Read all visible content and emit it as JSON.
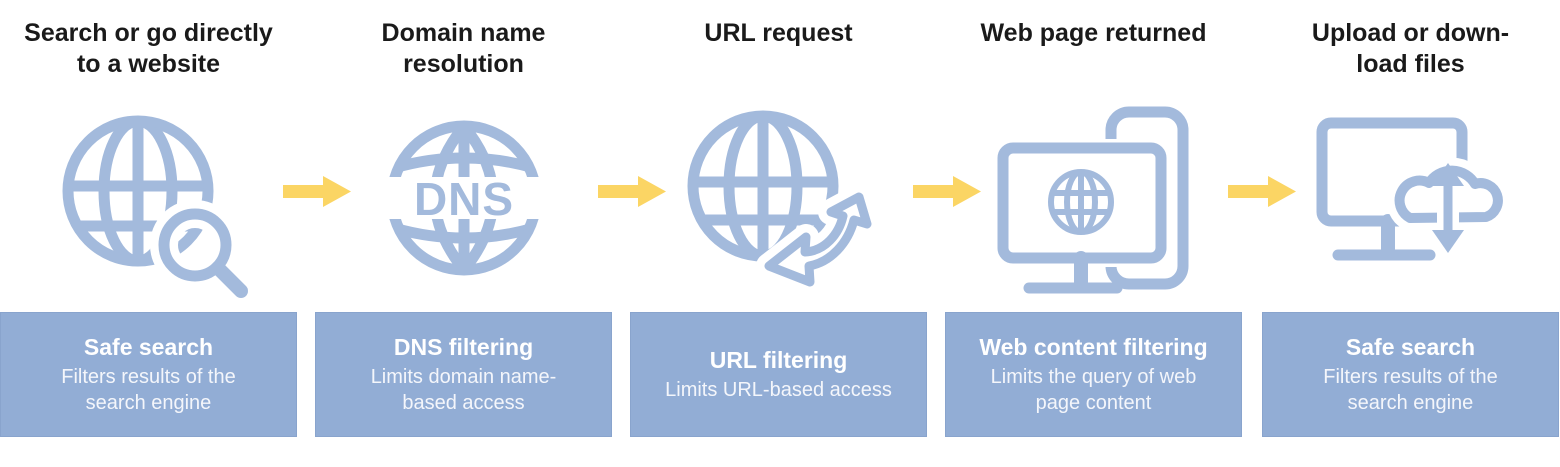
{
  "stages": [
    {
      "title": "Search or go directly\nto a website",
      "icon": "globe-search-icon",
      "box_title": "Safe search",
      "box_text": "Filters results of the\nsearch engine"
    },
    {
      "title": "Domain name\nresolution",
      "icon": "globe-dns-icon",
      "dns_label": "DNS",
      "box_title": "DNS filtering",
      "box_text": "Limits domain name-\nbased access"
    },
    {
      "title": "URL request",
      "icon": "globe-url-request-icon",
      "box_title": "URL filtering",
      "box_text": "Limits URL-based access"
    },
    {
      "title": "Web page returned",
      "icon": "monitor-phone-globe-icon",
      "box_title": "Web content filtering",
      "box_text": "Limits the query of web\npage content"
    },
    {
      "title": "Upload or down-\nload files",
      "icon": "monitor-cloud-transfer-icon",
      "box_title": "Safe search",
      "box_text": "Filters results of the\nsearch engine"
    }
  ],
  "colors": {
    "box_background": "#92ADD5",
    "icon_blue": "#A3BADC",
    "arrow_yellow": "#FBD564",
    "title_text": "#1A1A1A",
    "box_text": "#FFFFFF"
  }
}
